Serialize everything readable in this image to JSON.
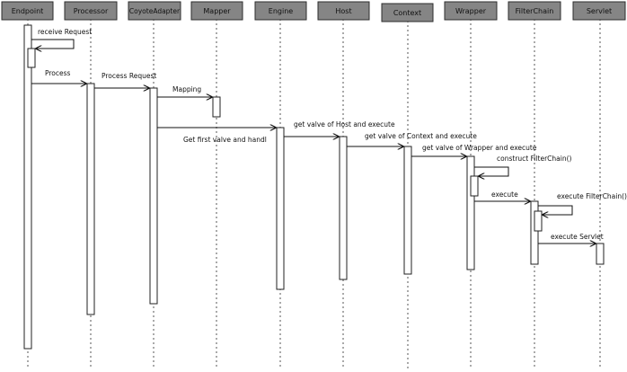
{
  "lifelines": [
    {
      "id": "endpoint",
      "label": "Endpoint"
    },
    {
      "id": "processor",
      "label": "Processor"
    },
    {
      "id": "coyote",
      "label": "CoyoteAdapter"
    },
    {
      "id": "mapper",
      "label": "Mapper"
    },
    {
      "id": "engine",
      "label": "Engine"
    },
    {
      "id": "host",
      "label": "Host"
    },
    {
      "id": "context",
      "label": "Context"
    },
    {
      "id": "wrapper",
      "label": "Wrapper"
    },
    {
      "id": "filterchain",
      "label": "FilterChain"
    },
    {
      "id": "servlet",
      "label": "Servlet"
    }
  ],
  "messages": [
    {
      "id": "receive-request",
      "from": "endpoint",
      "to": "endpoint",
      "label": "receive Request"
    },
    {
      "id": "process",
      "from": "endpoint",
      "to": "processor",
      "label": "Process"
    },
    {
      "id": "process-request",
      "from": "processor",
      "to": "coyote",
      "label": "Process Request"
    },
    {
      "id": "mapping",
      "from": "coyote",
      "to": "mapper",
      "label": "Mapping"
    },
    {
      "id": "get-first-valve",
      "from": "coyote",
      "to": "engine",
      "label": "Get first valve and handl"
    },
    {
      "id": "valve-host",
      "from": "engine",
      "to": "host",
      "label": "get valve of Host and execute"
    },
    {
      "id": "valve-context",
      "from": "host",
      "to": "context",
      "label": "get valve of Context and execute"
    },
    {
      "id": "valve-wrapper",
      "from": "context",
      "to": "wrapper",
      "label": "get valve of Wrapper and execute"
    },
    {
      "id": "construct-filterchain",
      "from": "wrapper",
      "to": "wrapper",
      "label": "construct FilterChain()"
    },
    {
      "id": "execute",
      "from": "wrapper",
      "to": "filterchain",
      "label": "execute"
    },
    {
      "id": "execute-filterchain",
      "from": "filterchain",
      "to": "filterchain",
      "label": "execute FilterChain()"
    },
    {
      "id": "execute-servlet",
      "from": "filterchain",
      "to": "servlet",
      "label": "execute Servlet"
    }
  ]
}
